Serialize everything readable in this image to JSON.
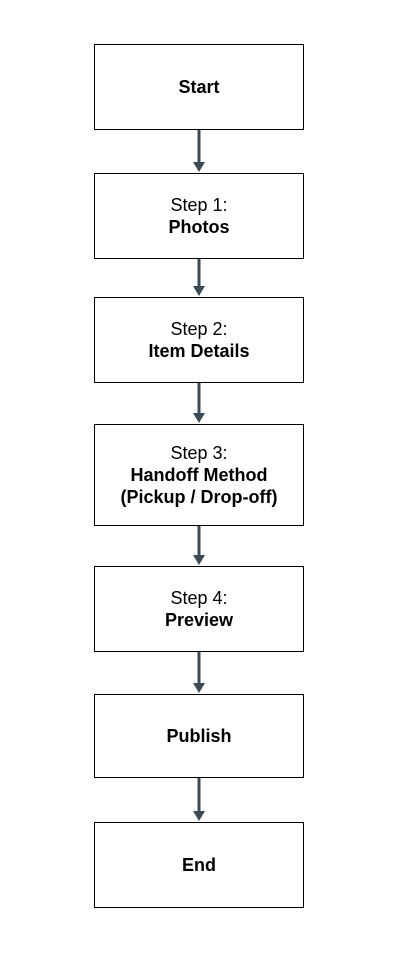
{
  "diagram": {
    "edge_color": "#3b4a57",
    "nodes": [
      {
        "id": "start",
        "sub": "",
        "main": "Start"
      },
      {
        "id": "step1",
        "sub": "Step 1:",
        "main": "Photos"
      },
      {
        "id": "step2",
        "sub": "Step 2:",
        "main": "Item Details"
      },
      {
        "id": "step3",
        "sub": "Step 3:",
        "main": "Handoff Method",
        "main2": "(Pickup / Drop-off)"
      },
      {
        "id": "step4",
        "sub": "Step 4:",
        "main": "Preview"
      },
      {
        "id": "publish",
        "sub": "",
        "main": "Publish"
      },
      {
        "id": "end",
        "sub": "",
        "main": "End"
      }
    ],
    "edges": [
      {
        "from": "start",
        "to": "step1"
      },
      {
        "from": "step1",
        "to": "step2"
      },
      {
        "from": "step2",
        "to": "step3"
      },
      {
        "from": "step3",
        "to": "step4"
      },
      {
        "from": "step4",
        "to": "publish"
      },
      {
        "from": "publish",
        "to": "end"
      }
    ]
  }
}
